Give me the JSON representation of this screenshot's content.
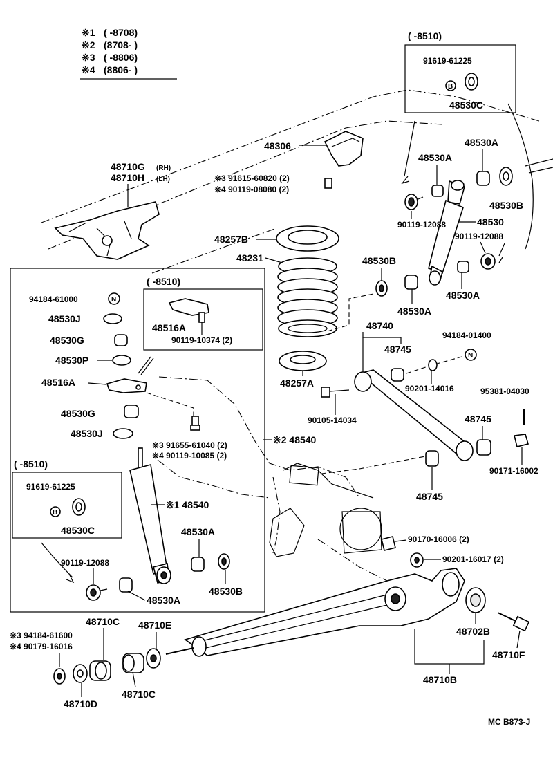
{
  "legend": [
    {
      "mark": "※1",
      "range": "(      -8708)"
    },
    {
      "mark": "※2",
      "range": "(8708-      )"
    },
    {
      "mark": "※3",
      "range": "(      -8806)"
    },
    {
      "mark": "※4",
      "range": "(8806-      )"
    }
  ],
  "top_box": {
    "range": "(      -8510)",
    "part1": "91619-61225",
    "badge": "B",
    "part2": "48530C"
  },
  "inner_box_upper": {
    "range": "(      -8510)",
    "part1": "48516A",
    "part2": "90119-10374 (2)"
  },
  "inner_box_lower": {
    "range": "(      -8510)",
    "part1": "91619-61225",
    "badge": "B",
    "part2": "48530C"
  },
  "parts": {
    "p48306": "48306",
    "p48710G": "48710G",
    "p48710G_side": "(RH)",
    "p48710H": "48710H",
    "p48710H_side": "(LH)",
    "p91615": "※3 91615-60820 (2)",
    "p90119_08080": "※4 90119-08080 (2)",
    "p48530A_1": "48530A",
    "p48530A_2": "48530A",
    "p48530B_1": "48530B",
    "p90119_12088_r": "90119-12088",
    "p48530_r": "48530",
    "p90119_12088_r2": "90119-12088",
    "p48257B": "48257B",
    "p48231": "48231",
    "p48530B_2": "48530B",
    "p48530A_3": "48530A",
    "p48530A_4": "48530A",
    "p94184_61000": "94184-61000",
    "badge_N1": "N",
    "p48530J_1": "48530J",
    "p48530G_1": "48530G",
    "p48530P": "48530P",
    "p48516A_2": "48516A",
    "p48530G_2": "48530G",
    "p48530J_2": "48530J",
    "p91655": "※3 91655-61040 (2)",
    "p90119_10085": "※4 90119-10085 (2)",
    "p48540_2": "※2 48540",
    "p48540_1": "※1 48540",
    "p48740": "48740",
    "p48745_1": "48745",
    "p94184_01400": "94184-01400",
    "badge_N2": "N",
    "p90201_14016": "90201-14016",
    "p95381": "95381-04030",
    "p48257A": "48257A",
    "p90105": "90105-14034",
    "p48745_2": "48745",
    "p90171": "90171-16002",
    "p48745_3": "48745",
    "p90170": "90170-16006 (2)",
    "p90201_16017": "90201-16017 (2)",
    "p48530A_5": "48530A",
    "p48530B_3": "48530B",
    "p90119_12088_l": "90119-12088",
    "p48530A_6": "48530A",
    "p48710C_1": "48710C",
    "p48710E": "48710E",
    "p94184_61600": "※3 94184-61600",
    "p90179": "※4 90179-16016",
    "p48710D": "48710D",
    "p48710C_2": "48710C",
    "p48702B": "48702B",
    "p48710F": "48710F",
    "p48710B": "48710B"
  },
  "footer_code": "MC  B873-J"
}
